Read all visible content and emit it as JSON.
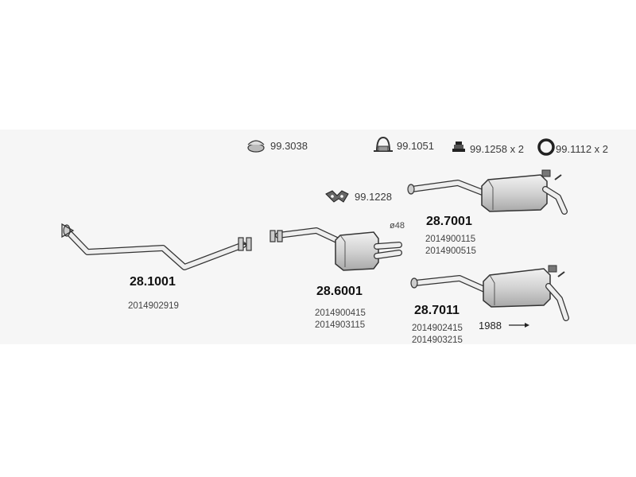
{
  "accessories": [
    {
      "code": "99.3038",
      "icon": "rubber-mount-icon"
    },
    {
      "code": "99.1051",
      "icon": "clamp-icon"
    },
    {
      "code": "99.1228",
      "icon": "bracket-icon"
    },
    {
      "code": "99.1258 x 2",
      "icon": "hanger-icon"
    },
    {
      "code": "99.1112 x 2",
      "icon": "ring-gasket-icon"
    }
  ],
  "parts": [
    {
      "number": "28.1001",
      "oem": [
        "2014902919"
      ],
      "icon": "front-pipe-icon"
    },
    {
      "number": "28.6001",
      "oem": [
        "2014900415",
        "2014903115"
      ],
      "dimension": "ø48",
      "icon": "centre-silencer-icon"
    },
    {
      "number": "28.7001",
      "oem": [
        "2014900115",
        "2014900515"
      ],
      "icon": "rear-silencer-icon"
    },
    {
      "number": "28.7011",
      "oem": [
        "2014902415",
        "2014903215"
      ],
      "year_note": "1988",
      "icon": "rear-silencer-icon"
    }
  ],
  "colors": {
    "band": "#f6f6f6",
    "line": "#333333",
    "fill": "#dcdcdc"
  }
}
